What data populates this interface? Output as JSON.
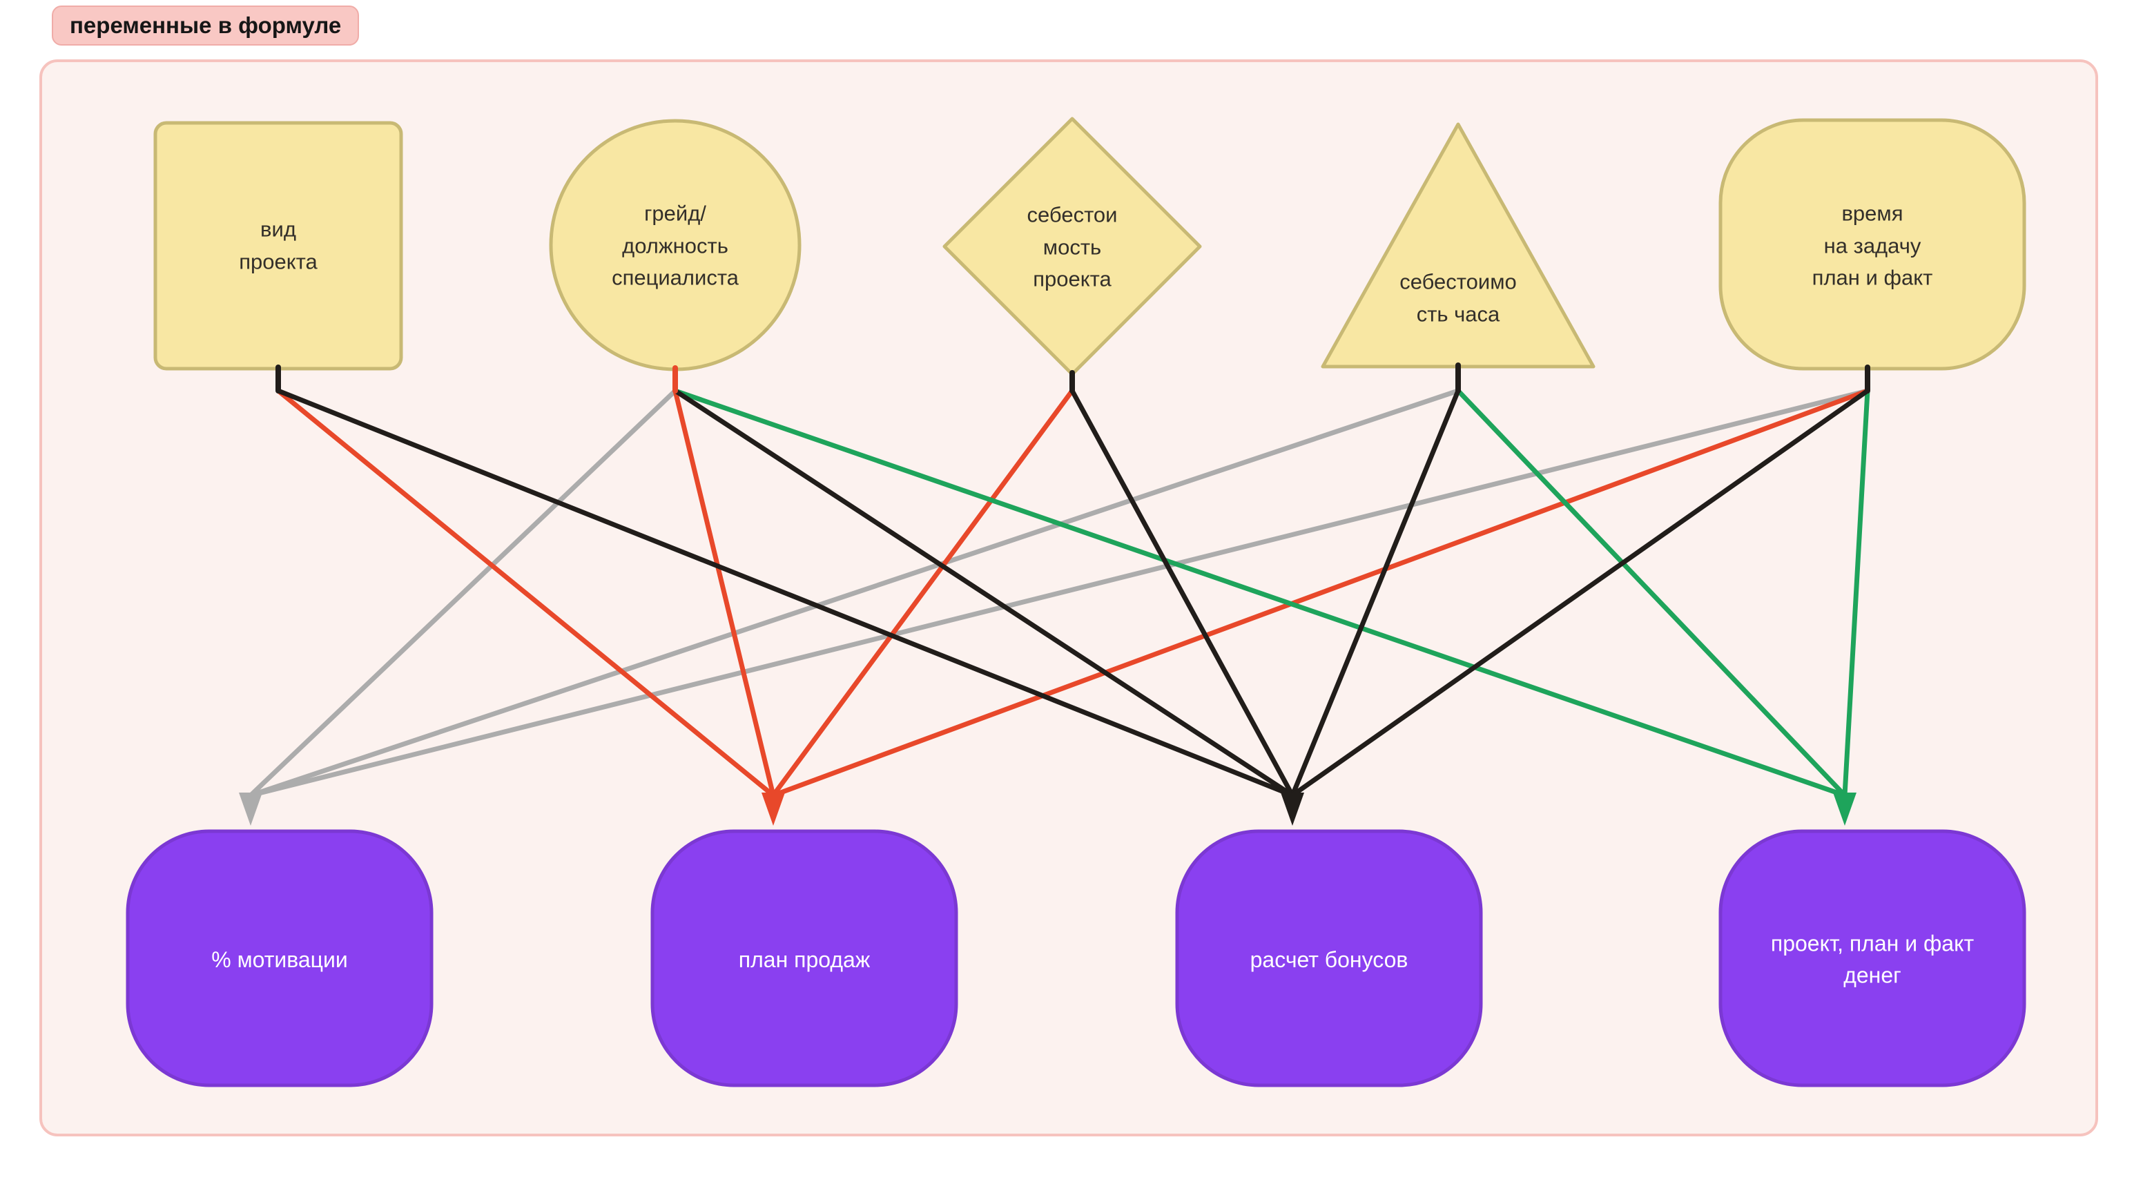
{
  "title_badge": {
    "label": "переменные в формуле"
  },
  "diagram": {
    "top_nodes": [
      {
        "id": "vid",
        "shape": "square",
        "label": "вид\nпроекта"
      },
      {
        "id": "grade",
        "shape": "circle",
        "label": "грейд/\nдолжность\nспециалиста"
      },
      {
        "id": "sebest_project",
        "shape": "diamond",
        "label": "себестои\nмость\nпроекта"
      },
      {
        "id": "sebest_hour",
        "shape": "triangle",
        "label": "себестоимо\nсть часа"
      },
      {
        "id": "time",
        "shape": "rounded-rect",
        "label": "время\nна задачу\nплан и факт"
      }
    ],
    "bottom_nodes": [
      {
        "id": "motivation",
        "label": "% мотивации"
      },
      {
        "id": "sales",
        "label": "план продаж"
      },
      {
        "id": "bonus",
        "label": "расчет бонусов"
      },
      {
        "id": "money",
        "label": "проект, план и факт\nденег"
      }
    ],
    "edges": [
      {
        "from": "grade",
        "to": "motivation",
        "color": "gray"
      },
      {
        "from": "sebest_hour",
        "to": "motivation",
        "color": "gray"
      },
      {
        "from": "time",
        "to": "motivation",
        "color": "gray"
      },
      {
        "from": "vid",
        "to": "sales",
        "color": "red"
      },
      {
        "from": "grade",
        "to": "sales",
        "color": "red"
      },
      {
        "from": "sebest_project",
        "to": "sales",
        "color": "red"
      },
      {
        "from": "time",
        "to": "sales",
        "color": "red"
      },
      {
        "from": "vid",
        "to": "bonus",
        "color": "black"
      },
      {
        "from": "grade",
        "to": "bonus",
        "color": "black"
      },
      {
        "from": "sebest_project",
        "to": "bonus",
        "color": "black"
      },
      {
        "from": "sebest_hour",
        "to": "bonus",
        "color": "black"
      },
      {
        "from": "time",
        "to": "bonus",
        "color": "black"
      },
      {
        "from": "grade",
        "to": "money",
        "color": "green"
      },
      {
        "from": "sebest_hour",
        "to": "money",
        "color": "green"
      },
      {
        "from": "time",
        "to": "money",
        "color": "green"
      }
    ],
    "colors": {
      "gray": "#acacac",
      "red": "#e8482a",
      "black": "#211d1a",
      "green": "#1ea45b",
      "yellow_fill": "#f8e7a3",
      "yellow_border": "#c8b974",
      "purple_fill": "#8a40f0",
      "purple_border": "#7b38d3",
      "frame_bg": "#fcf2ef",
      "frame_border": "#f6c3be",
      "badge_bg": "#f9c8c4"
    }
  }
}
